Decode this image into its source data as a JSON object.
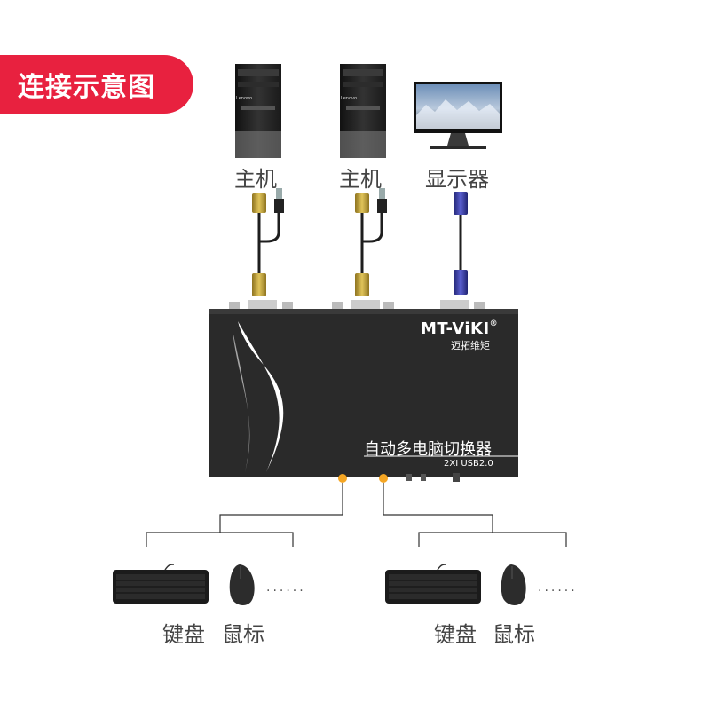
{
  "banner": {
    "title": "连接示意图"
  },
  "devices": {
    "host_1": "主机",
    "host_2": "主机",
    "display": "显示器"
  },
  "switch": {
    "brand": "MT-ViKI",
    "registered_mark": "®",
    "brand_cn": "迈拓维矩",
    "product_name": "自动多电脑切换器",
    "model": "2XI USB2.0",
    "host_brand_tag": "Lenovo"
  },
  "peripherals": {
    "group_1": {
      "keyboard": "键盘",
      "mouse": "鼠标",
      "more": "......"
    },
    "group_2": {
      "keyboard": "键盘",
      "mouse": "鼠标",
      "more": "......"
    }
  },
  "colors": {
    "banner": "#e8213f",
    "switch_body": "#2a2a2a",
    "port_orange": "#f5a623",
    "vga_blue": "#3b3fa8",
    "vga_gold": "#c9a436"
  }
}
